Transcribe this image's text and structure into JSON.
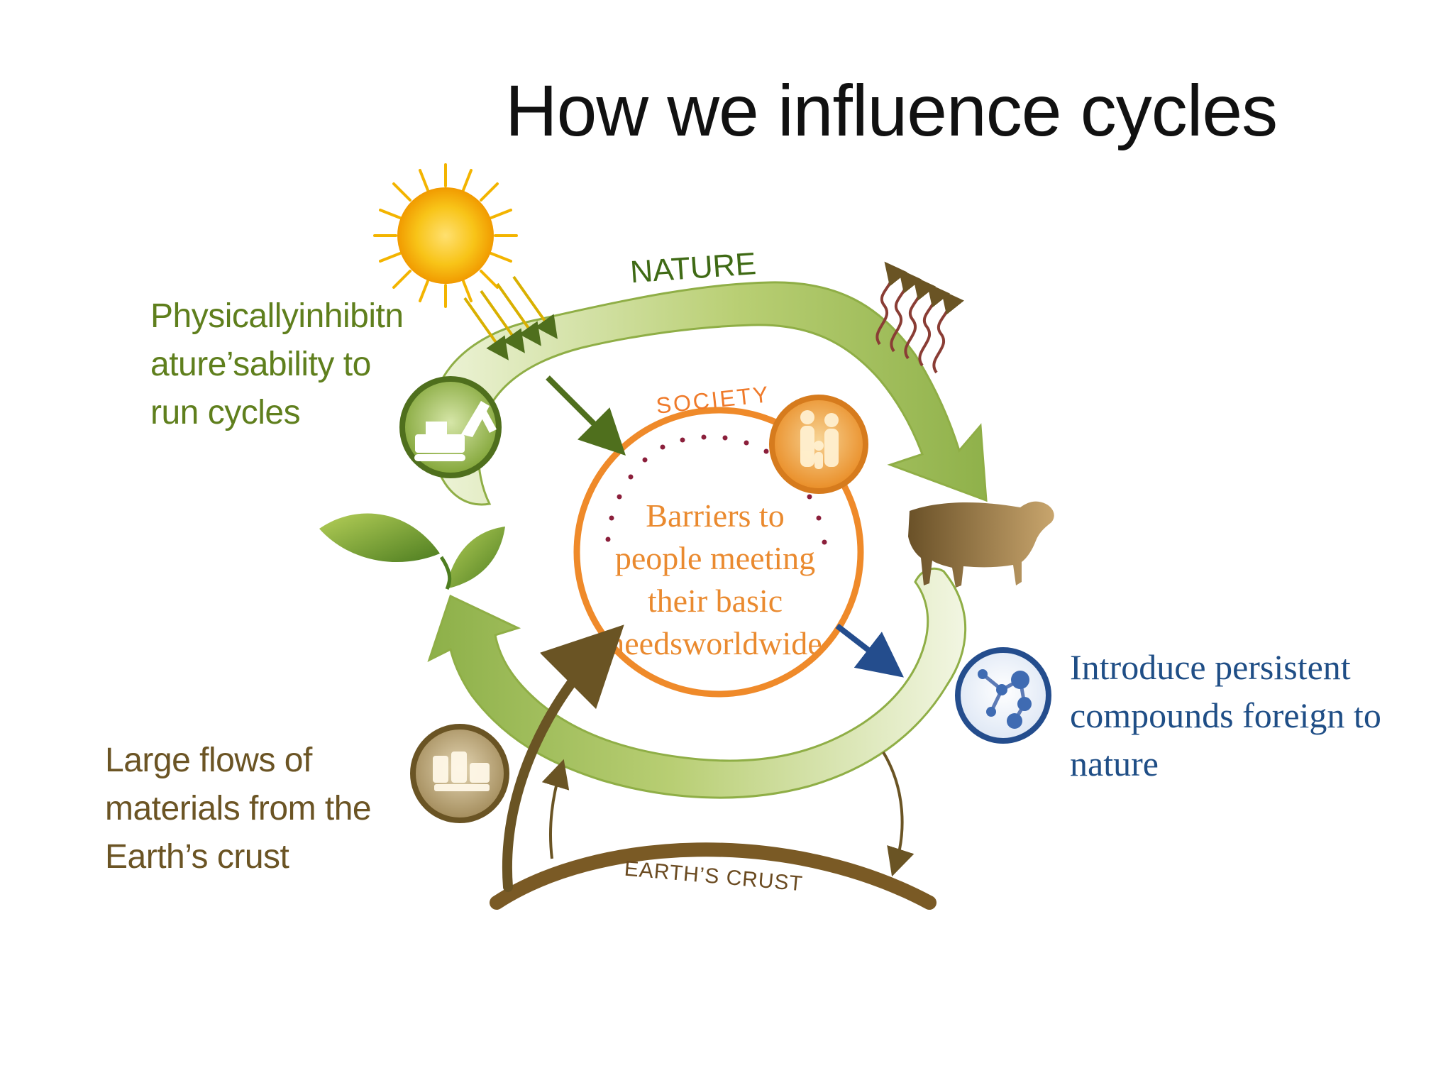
{
  "slide": {
    "title": "How we influence cycles"
  },
  "labels": {
    "nature": "NATURE",
    "society": "SOCIETY",
    "earths_crust": "EARTH’S CRUST"
  },
  "center": {
    "lines": [
      "Barriers to",
      "people meeting",
      "their basic",
      "needsworldwide"
    ]
  },
  "side_texts": {
    "left_top": "Physicallyinhibitn\nature’sability to\nrun cycles",
    "left_bottom": "Large flows of\nmaterials from the\nEarth’s crust",
    "right": "Introduce persistent\ncompounds foreign to\nnature"
  },
  "icons": [
    "sun-icon",
    "sunlight-rays-icon",
    "heat-radiation-icon",
    "excavator-icon",
    "family-icon",
    "leaves-icon",
    "cow-icon",
    "molecule-icon",
    "barrels-icon"
  ],
  "colors": {
    "title": "#111111",
    "nature_green": "#5f7f1d",
    "society_orange": "#ea8a2f",
    "earth_brown": "#6b5424",
    "compound_blue": "#1f4e86"
  }
}
